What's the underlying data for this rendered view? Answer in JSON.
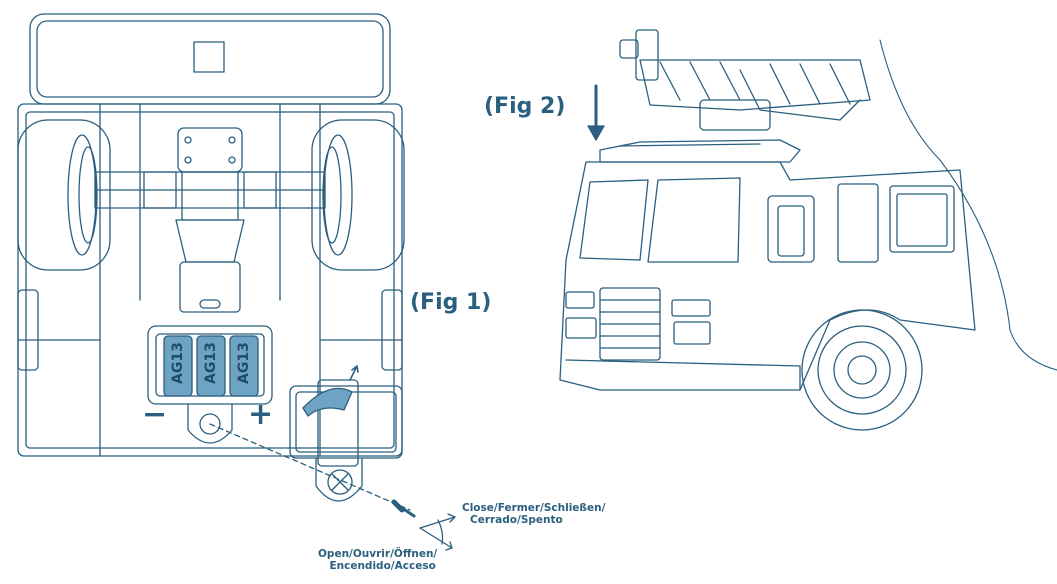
{
  "figures": {
    "fig1_label": "(Fig 1)",
    "fig2_label": "(Fig 2)"
  },
  "battery_compartment": {
    "cells": [
      "AG13",
      "AG13",
      "AG13"
    ],
    "minus_sign": "−",
    "plus_sign": "+"
  },
  "switch": {
    "close_label_line1": "Close/Fermer/Schließen/",
    "close_label_line2": "Cerrado/Spento",
    "open_label_line1": "Open/Ouvrir/Öffnen/",
    "open_label_line2": "Encendido/Acceso"
  },
  "colors": {
    "line": "#2a5f7f",
    "text": "#2a5f7f",
    "fill_light": "#6fa3c4"
  }
}
